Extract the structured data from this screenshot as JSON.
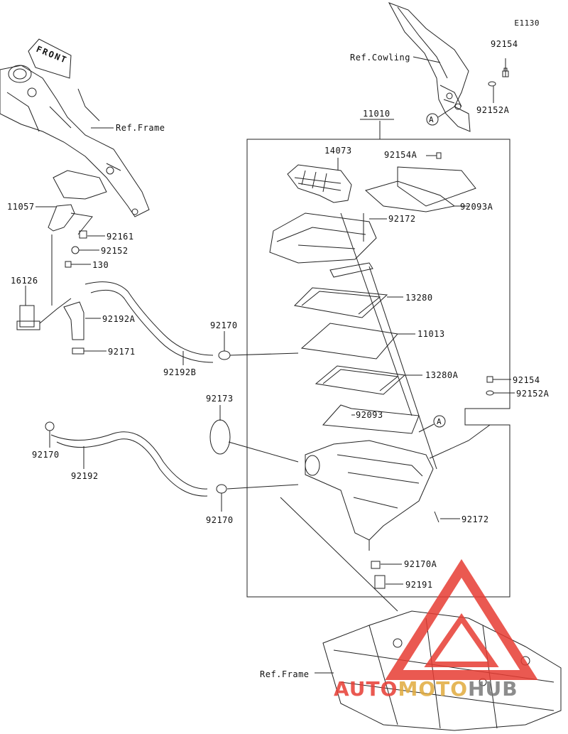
{
  "diagram": {
    "code": "E1130",
    "front_label": "FRONT",
    "refs": {
      "cowling": "Ref.Cowling",
      "frame_top": "Ref.Frame",
      "frame_bottom": "Ref.Frame"
    },
    "callout": "A",
    "parts": {
      "p92154_top": "92154",
      "p92152A_top": "92152A",
      "p11010": "11010",
      "p14073": "14073",
      "p92154A": "92154A",
      "p92093A": "92093A",
      "p92172_a": "92172",
      "p13280": "13280",
      "p11013": "11013",
      "p13280A": "13280A",
      "p92093": "92093",
      "p92154_mid": "92154",
      "p92152A_mid": "92152A",
      "p92172_b": "92172",
      "p92170A": "92170A",
      "p92191": "92191",
      "p11057": "11057",
      "p92161": "92161",
      "p92152": "92152",
      "p130": "130",
      "p16126": "16126",
      "p92192A": "92192A",
      "p92171": "92171",
      "p92192B": "92192B",
      "p92170_a": "92170",
      "p92173": "92173",
      "p92170_b": "92170",
      "p92192": "92192",
      "p92170_c": "92170"
    },
    "watermark": {
      "part1": "AUTO",
      "part2": "MOTO",
      "part3": "HUB"
    },
    "colors": {
      "line": "#222222",
      "watermark_red": "#e63c32",
      "watermark_gold": "#e1aa3c"
    }
  }
}
